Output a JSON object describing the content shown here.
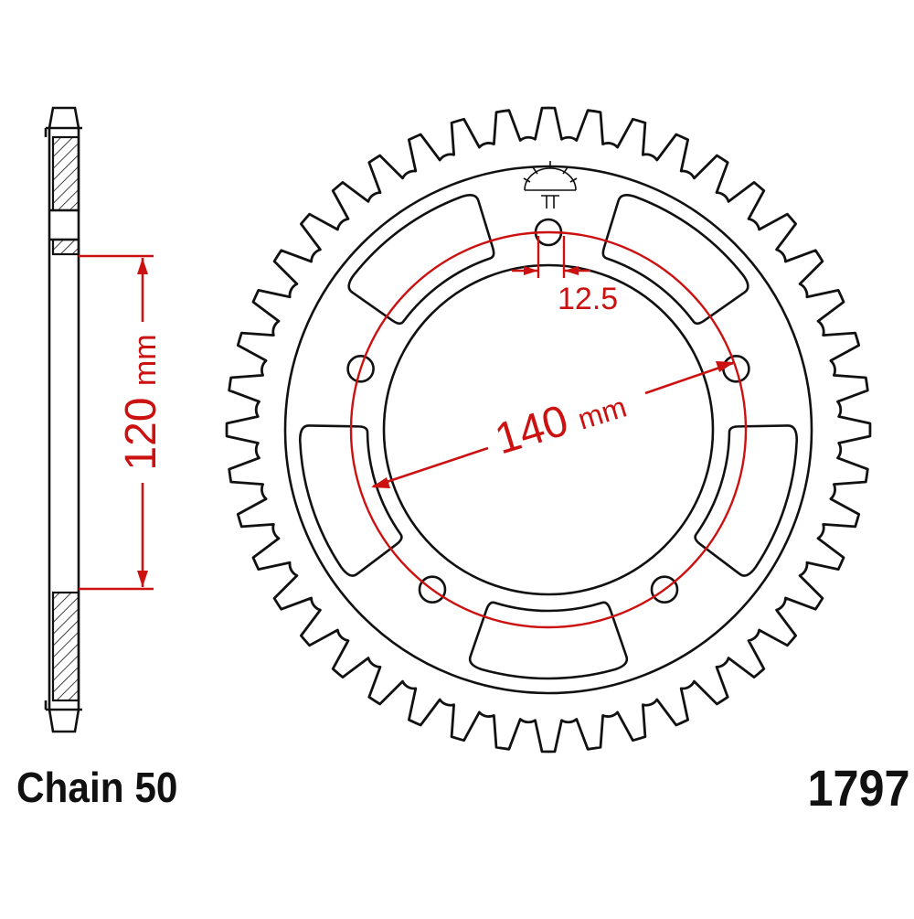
{
  "caption": {
    "chain": "Chain 50",
    "part_number": "1797"
  },
  "dimensions": {
    "hub_diameter": {
      "value": "120",
      "unit": "mm"
    },
    "bolt_circle": {
      "value": "140",
      "unit": "mm"
    },
    "bolt_hole": {
      "value": "12.5"
    }
  },
  "sprocket": {
    "teeth": 44,
    "bolt_holes": 5,
    "lightening_cutouts": 5
  },
  "colors": {
    "outline": "#111111",
    "dimension": "#cc1111",
    "hatch": "#111111",
    "background": "#ffffff"
  }
}
